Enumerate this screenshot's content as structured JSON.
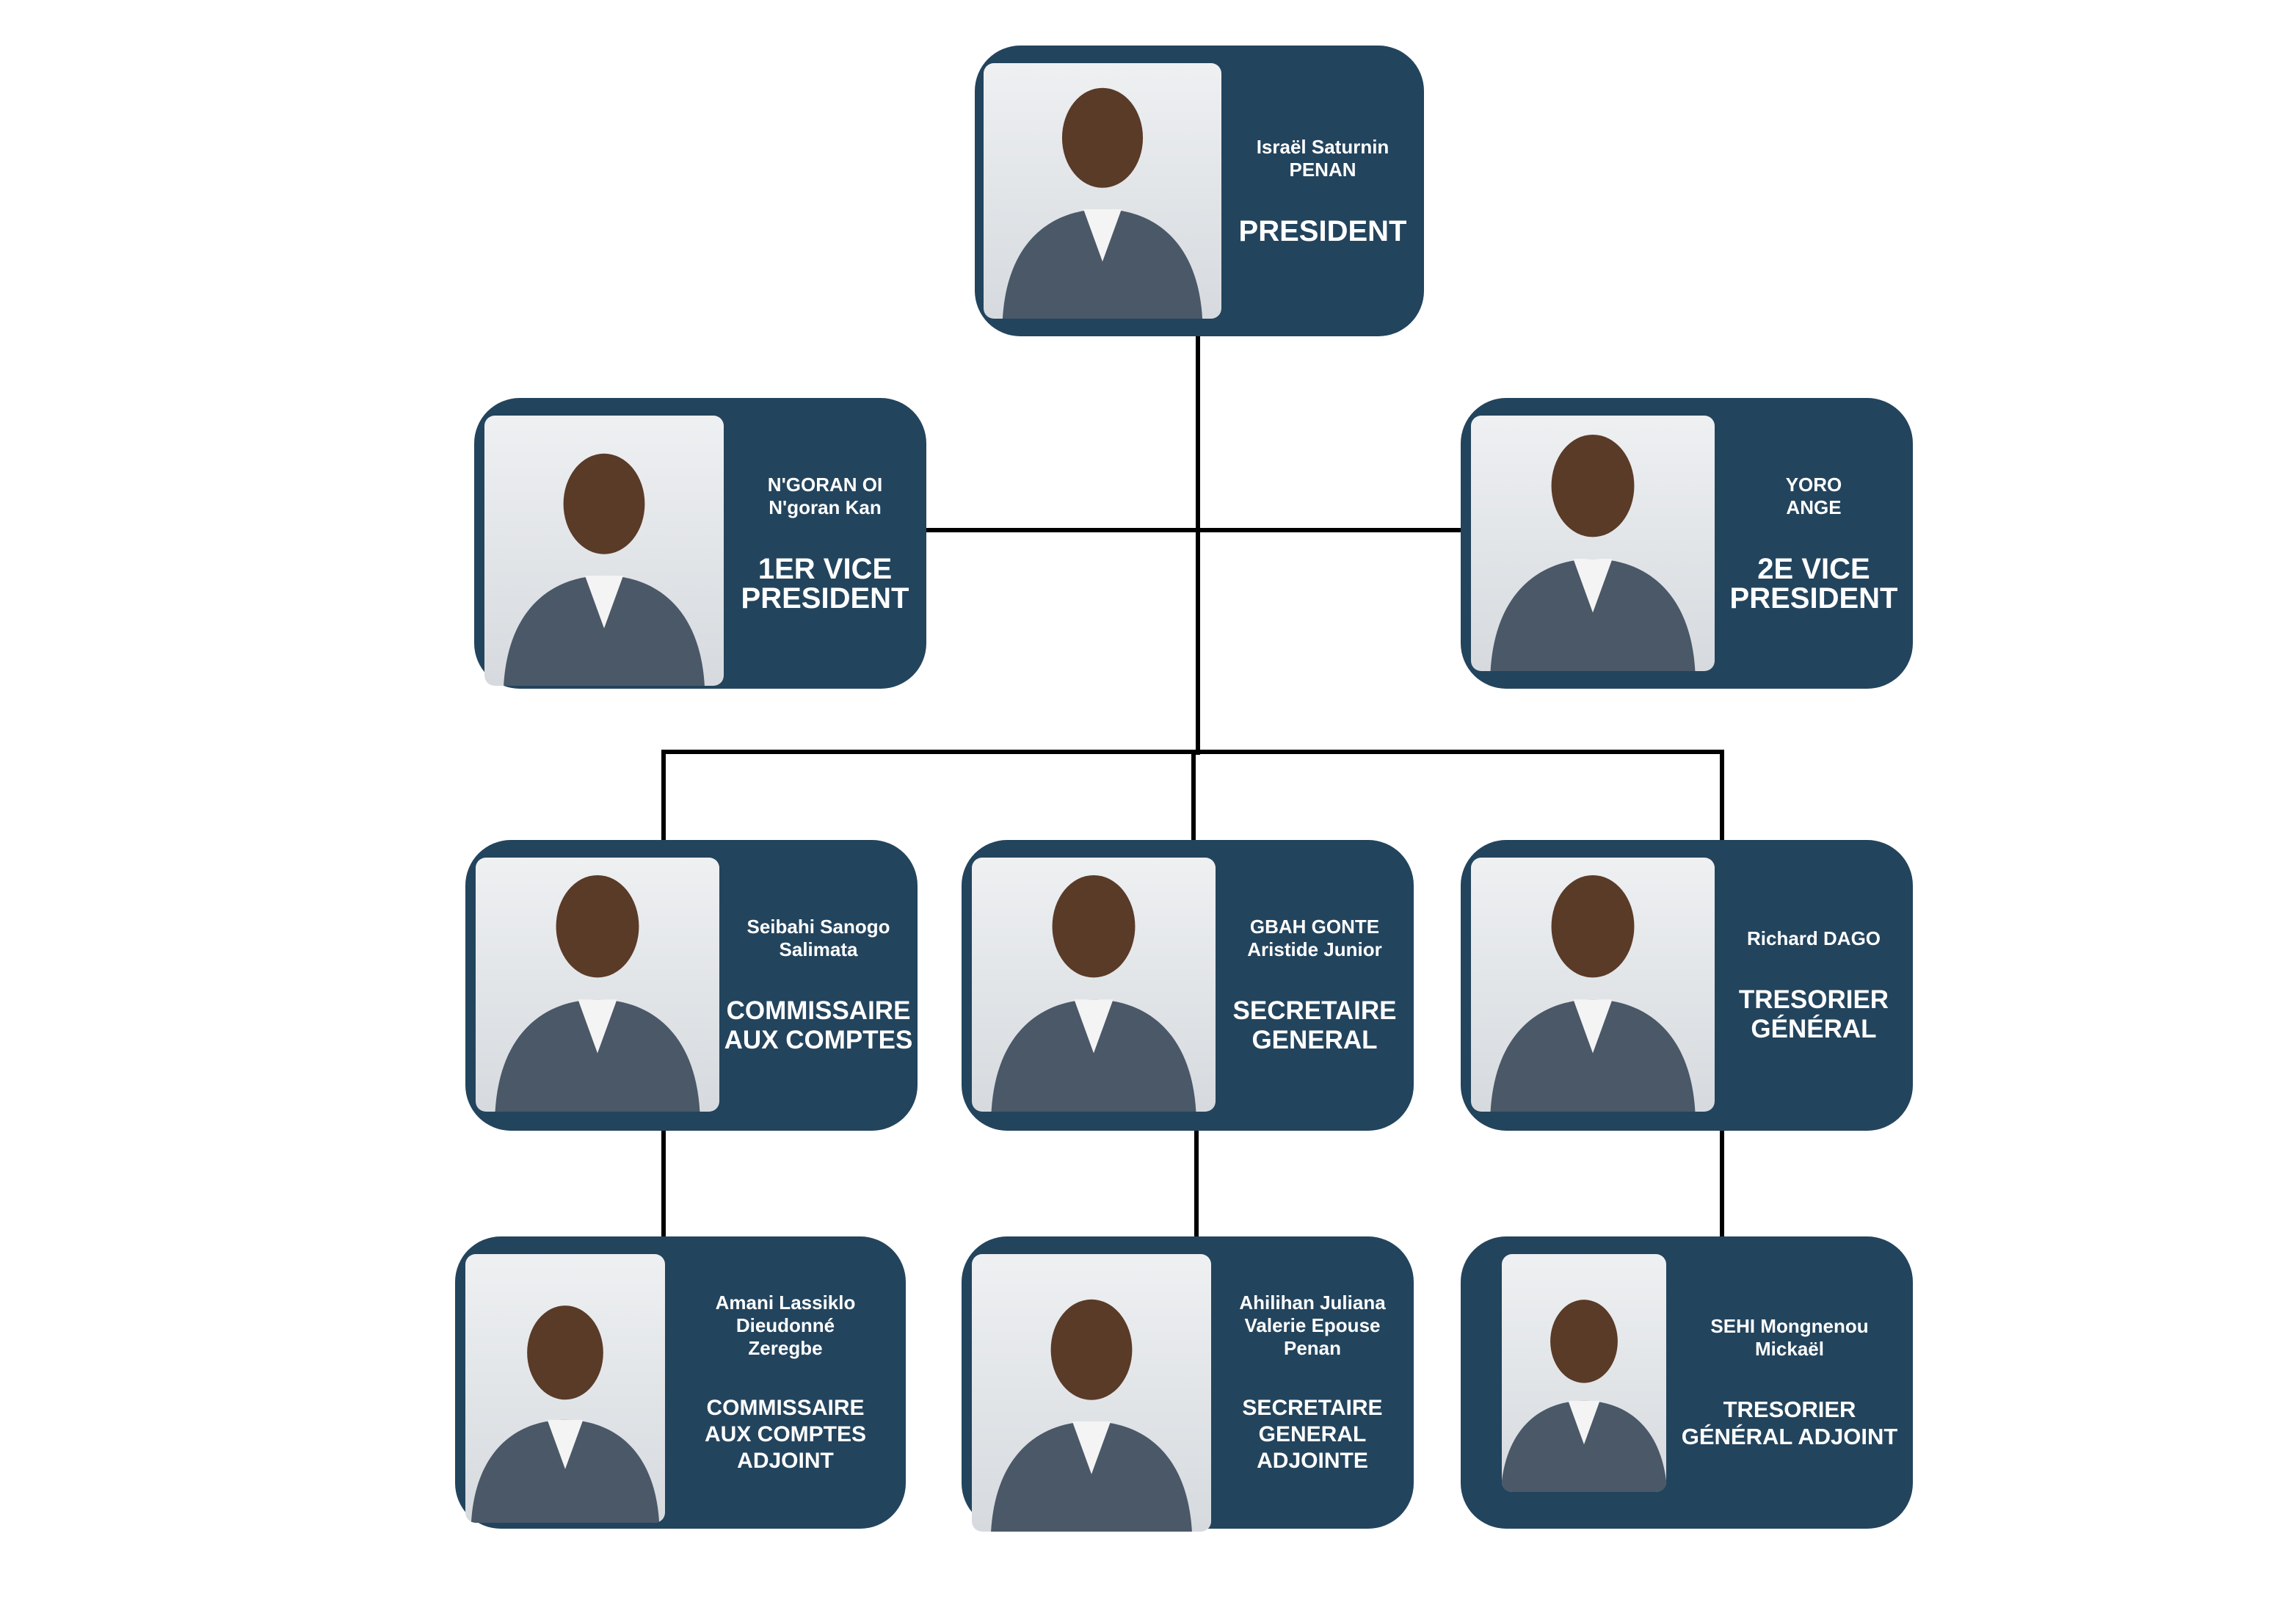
{
  "colors": {
    "card": "#23445d",
    "text": "#ffffff",
    "connector": "#000000"
  },
  "members": [
    {
      "name": "Israël Saturnin\nPENAN",
      "role": "PRESIDENT"
    },
    {
      "name": "N'GORAN OI\nN'goran Kan",
      "role": "1ER VICE\nPRESIDENT"
    },
    {
      "name": "YORO\nANGE",
      "role": "2E VICE\nPRESIDENT"
    },
    {
      "name": "Seibahi Sanogo\nSalimata",
      "role": "COMMISSAIRE\nAUX COMPTES"
    },
    {
      "name": "GBAH GONTE\nAristide Junior",
      "role": "SECRETAIRE\nGENERAL"
    },
    {
      "name": "Richard DAGO",
      "role": "TRESORIER\nGÉNÉRAL"
    },
    {
      "name": "Amani Lassiklo\nDieudonné\nZeregbe",
      "role": "COMMISSAIRE\nAUX COMPTES\nADJOINT"
    },
    {
      "name": "Ahilihan Juliana\nValerie Epouse\nPenan",
      "role": "SECRETAIRE\nGENERAL\nADJOINTE"
    },
    {
      "name": "SEHI Mongnenou\nMickaël",
      "role": "TRESORIER\nGÉNÉRAL ADJOINT"
    }
  ]
}
